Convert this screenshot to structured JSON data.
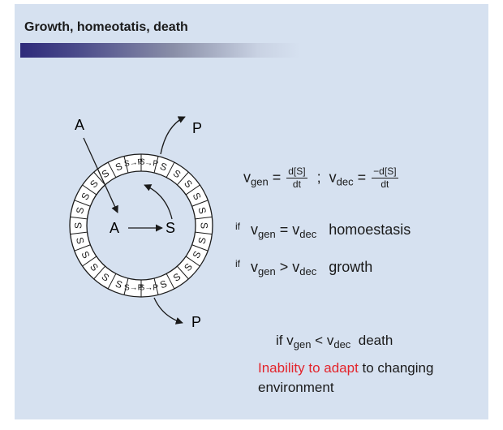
{
  "title": "Growth, homeotatis, death",
  "diagram": {
    "label_A_outer": "A",
    "label_A_inner": "A",
    "label_S_inner": "S",
    "label_P_top": "P",
    "label_P_bottom": "P",
    "cell_label": "S",
    "transport_top": "S→P",
    "transport_bottom": "S→P"
  },
  "equations": {
    "v": "v",
    "gen": "gen",
    "dec": "dec",
    "eq": "=",
    "dS": "d[S]",
    "dt": "dt",
    "neg_dS": "−d[S]",
    "sep": ";",
    "gt": ">",
    "lt": "<"
  },
  "conditions": {
    "if": "if",
    "homeostasis": "homoestasis",
    "growth": "growth",
    "death": "death"
  },
  "note": {
    "red_part": "Inability to adapt",
    "rest_part": " to changing environment"
  },
  "colors": {
    "panel": "#d6e1f0",
    "accent_red": "#e3242b",
    "title_bar": "#2e2a7a"
  }
}
